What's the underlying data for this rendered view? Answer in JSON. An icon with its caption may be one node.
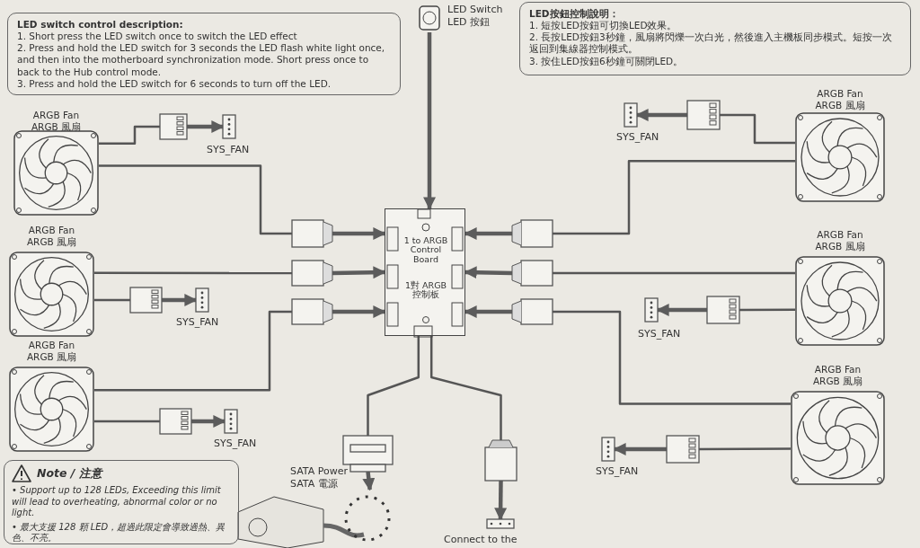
{
  "diagram": {
    "nodes": [
      {
        "text": [
          "LED switch control description:",
          "1. Short press the LED switch once to switch the LED effect",
          "2. Press and hold the LED switch for 3 seconds the LED flash white light once, and then into the motherboard synchronization mode. Short press once to back to the Hub control mode.",
          "3. Press and hold the LED switch for 6 seconds to turn off the LED."
        ]
      },
      {
        "text": [],
        "shape": "picture",
        "beside": [
          "LED Switch",
          "LED 按鈕"
        ]
      },
      {
        "text": [
          "LED按鈕控制說明：",
          "1. 短按LED按鈕可切換LED效果。",
          "2. 長按LED按鈕3秒鐘，風扇將閃爍一次白光，然後進入主機板同步模式。短按一次返回到集線器控制模式。",
          "3. 按住LED按鈕6秒鐘可關閉LED。"
        ]
      },
      {
        "text": [
          "ARGB Fan",
          "ARGB 風扇"
        ]
      },
      {
        "text": [
          "ARGB Fan",
          "ARGB 風扇"
        ]
      },
      {
        "text": [
          "ARGB Fan",
          "ARGB 風扇"
        ]
      },
      {
        "text": [
          "ARGB Fan",
          "ARGB 風扇"
        ]
      },
      {
        "text": [
          "ARGB Fan",
          "ARGB 風扇"
        ]
      },
      {
        "text": [
          "ARGB Fan",
          "ARGB 風扇"
        ]
      },
      {
        "text": [],
        "shape": "box"
      },
      {
        "text": [],
        "shape": "box"
      },
      {
        "text": [],
        "shape": "box"
      },
      {
        "text": [],
        "shape": "box"
      },
      {
        "text": [],
        "shape": "box"
      },
      {
        "text": [],
        "shape": "box"
      },
      {
        "text": [],
        "shape": "box"
      },
      {
        "text": [],
        "shape": "box"
      },
      {
        "text": [],
        "shape": "box"
      },
      {
        "text": [],
        "shape": "box"
      },
      {
        "text": [],
        "shape": "box"
      },
      {
        "text": [],
        "shape": "box"
      },
      {
        "text": [],
        "shape": "box",
        "beside": [
          "SYS_FAN"
        ]
      },
      {
        "text": [],
        "shape": "box",
        "beside": [
          "SYS_FAN"
        ]
      },
      {
        "text": [],
        "shape": "box",
        "beside": [
          "SYS_FAN"
        ]
      },
      {
        "text": [],
        "shape": "box",
        "beside": [
          "SYS_FAN"
        ]
      },
      {
        "text": [],
        "shape": "box",
        "beside": [
          "SYS_FAN"
        ]
      },
      {
        "text": [],
        "shape": "box",
        "beside": [
          "SYS_FAN"
        ]
      },
      {
        "text": [
          "1 to ARGB Control Board",
          "1對 ARGB 控制板"
        ]
      },
      {
        "text": [],
        "shape": "box"
      },
      {
        "text": [],
        "shape": "box"
      },
      {
        "text": [],
        "shape": "picture",
        "beside": [
          "SATA Power",
          "SATA 電源"
        ]
      },
      {
        "text": [],
        "shape": "bar",
        "beside": [
          "Connect to the"
        ]
      },
      {
        "text": [
          "Note / 注意",
          "• Support up to 128 LEDs, Exceeding this limit will lead to overheating, abnormal color or no light.",
          "• 最大支援 128 顆 LED，超過此限定會導致過熱、異色、不亮。"
        ]
      }
    ],
    "edges": [
      {
        "from": 3,
        "to": 9,
        "arrow": "none"
      },
      {
        "from": 4,
        "to": 10,
        "arrow": "none"
      },
      {
        "from": 5,
        "to": 11,
        "arrow": "none"
      },
      {
        "from": 6,
        "to": 12,
        "arrow": "none"
      },
      {
        "from": 7,
        "to": 13,
        "arrow": "none"
      },
      {
        "from": 8,
        "to": 14,
        "arrow": "none"
      },
      {
        "from": 9,
        "to": 27,
        "arrow": "to"
      },
      {
        "from": 10,
        "to": 27,
        "arrow": "to"
      },
      {
        "from": 11,
        "to": 27,
        "arrow": "to"
      },
      {
        "from": 12,
        "to": 27,
        "arrow": "to"
      },
      {
        "from": 13,
        "to": 27,
        "arrow": "to"
      },
      {
        "from": 14,
        "to": 27,
        "arrow": "to"
      },
      {
        "from": 3,
        "to": 15,
        "arrow": "none"
      },
      {
        "from": 4,
        "to": 16,
        "arrow": "none"
      },
      {
        "from": 5,
        "to": 17,
        "arrow": "none"
      },
      {
        "from": 6,
        "to": 18,
        "arrow": "none"
      },
      {
        "from": 7,
        "to": 19,
        "arrow": "none"
      },
      {
        "from": 8,
        "to": 20,
        "arrow": "none"
      },
      {
        "from": 15,
        "to": 21,
        "arrow": "to"
      },
      {
        "from": 16,
        "to": 22,
        "arrow": "to"
      },
      {
        "from": 17,
        "to": 23,
        "arrow": "to"
      },
      {
        "from": 18,
        "to": 24,
        "arrow": "to"
      },
      {
        "from": 19,
        "to": 25,
        "arrow": "to"
      },
      {
        "from": 20,
        "to": 26,
        "arrow": "to"
      },
      {
        "from": 1,
        "to": 27,
        "arrow": "to"
      },
      {
        "from": 27,
        "to": 28,
        "arrow": "none"
      },
      {
        "from": 28,
        "to": 30,
        "arrow": "to"
      },
      {
        "from": 27,
        "to": 29,
        "arrow": "none"
      },
      {
        "from": 29,
        "to": 31,
        "arrow": "to"
      }
    ]
  }
}
